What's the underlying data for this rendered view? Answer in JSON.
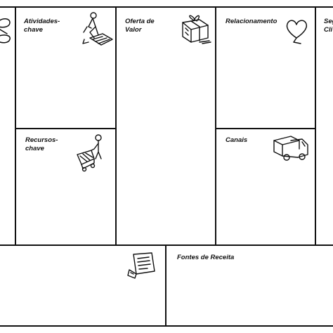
{
  "canvas": {
    "blocks": [
      {
        "id": "atividades",
        "label_line1": "Atividades-",
        "label_line2": "chave",
        "icon": "worker-icon"
      },
      {
        "id": "recursos",
        "label_line1": "Recursos-",
        "label_line2": "chave",
        "icon": "worker-cart-icon"
      },
      {
        "id": "oferta",
        "label_line1": "Oferta de",
        "label_line2": "Valor",
        "icon": "gift-icon"
      },
      {
        "id": "relacionamento",
        "label_line1": "Relacionamento",
        "label_line2": "",
        "icon": "heart-icon"
      },
      {
        "id": "canais",
        "label_line1": "Canais",
        "label_line2": "",
        "icon": "truck-icon"
      },
      {
        "id": "segmentos",
        "label_line1": "Seg",
        "label_line2": "Cli",
        "icon": ""
      },
      {
        "id": "parcerias",
        "label_line1": "",
        "label_line2": "",
        "icon": "chain-link-icon"
      },
      {
        "id": "custos",
        "label_line1": "",
        "label_line2": "",
        "icon": "price-tag-icon"
      },
      {
        "id": "receita",
        "label_line1": "Fontes de Receita",
        "label_line2": "",
        "icon": ""
      }
    ]
  }
}
